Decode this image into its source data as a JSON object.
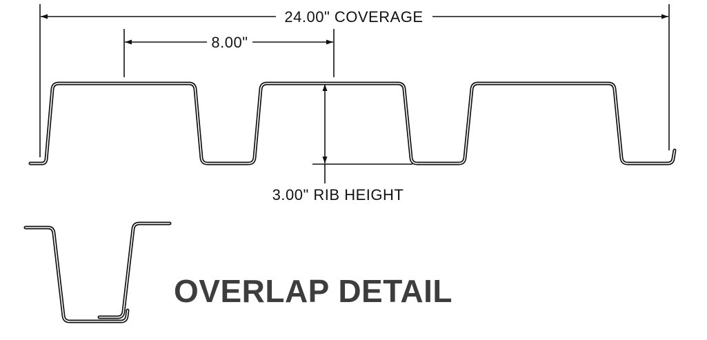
{
  "diagram": {
    "coverage_label": "24.00\" COVERAGE",
    "spacing_label": "8.00\"",
    "rib_height_label": "3.00\" RIB HEIGHT",
    "detail_title": "OVERLAP DETAIL"
  }
}
